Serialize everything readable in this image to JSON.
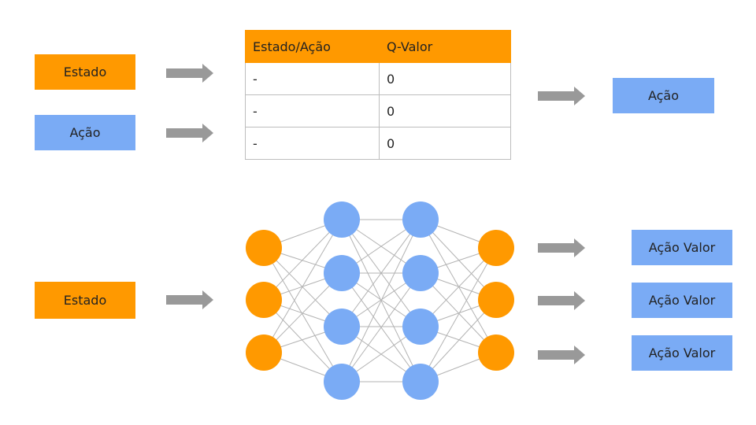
{
  "top": {
    "inputs": [
      "Estado",
      "Ação"
    ],
    "table": {
      "headers": [
        "Estado/Ação",
        "Q-Valor"
      ],
      "rows": [
        [
          "-",
          "0"
        ],
        [
          "-",
          "0"
        ],
        [
          "-",
          "0"
        ]
      ]
    },
    "output": "Ação"
  },
  "bottom": {
    "input": "Estado",
    "network_layers": [
      3,
      4,
      4,
      3
    ],
    "outputs": [
      "Ação Valor",
      "Ação Valor",
      "Ação Valor"
    ]
  },
  "colors": {
    "orange": "#FF9900",
    "blue": "#7AABF5",
    "arrow": "#999999",
    "edge": "#b3b3b3"
  }
}
